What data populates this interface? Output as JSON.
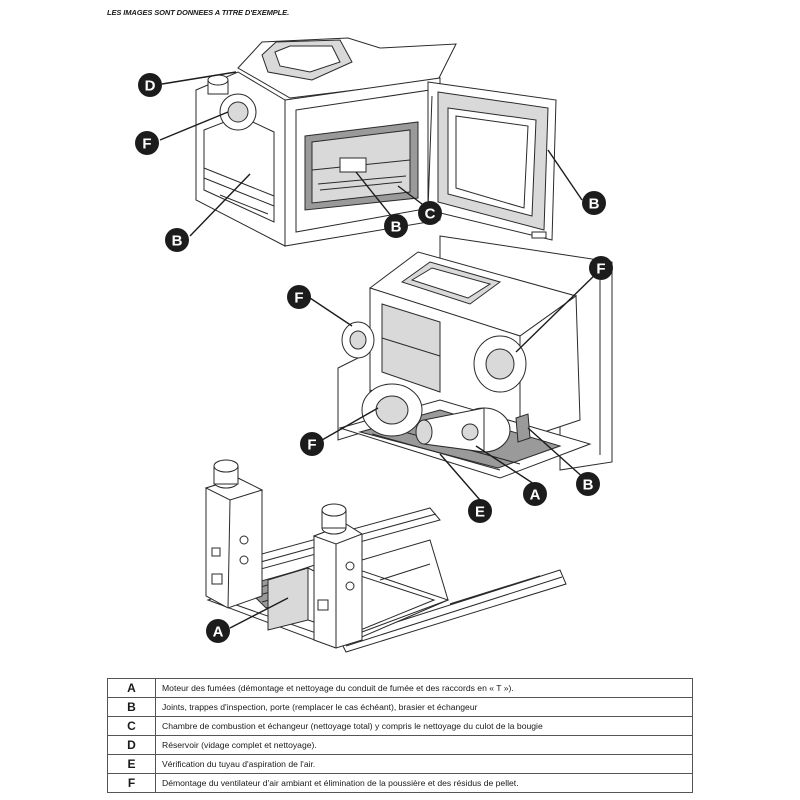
{
  "header": {
    "note": "LES IMAGES SONT DONNEES A TITRE D'EXEMPLE."
  },
  "figures": {
    "top": {
      "callouts": [
        "D",
        "F",
        "B",
        "B",
        "C",
        "B"
      ]
    },
    "middle": {
      "callouts": [
        "F",
        "F",
        "F",
        "A",
        "B",
        "E"
      ]
    },
    "bottom": {
      "callouts": [
        "A"
      ]
    }
  },
  "legend": [
    {
      "key": "A",
      "text": "Moteur des fumées (démontage et nettoyage du conduit de fumée et des raccords en « T »)."
    },
    {
      "key": "B",
      "text": "Joints, trappes d'inspection, porte (remplacer le cas échéant), brasier et échangeur"
    },
    {
      "key": "C",
      "text": "Chambre de combustion et échangeur (nettoyage total) y compris le nettoyage du culot de la bougie"
    },
    {
      "key": "D",
      "text": "Réservoir (vidage complet et nettoyage)."
    },
    {
      "key": "E",
      "text": "Vérification du tuyau d'aspiration de l'air."
    },
    {
      "key": "F",
      "text": "Démontage du ventilateur d'air ambiant et élimination de la poussière et des résidus de pellet."
    }
  ]
}
